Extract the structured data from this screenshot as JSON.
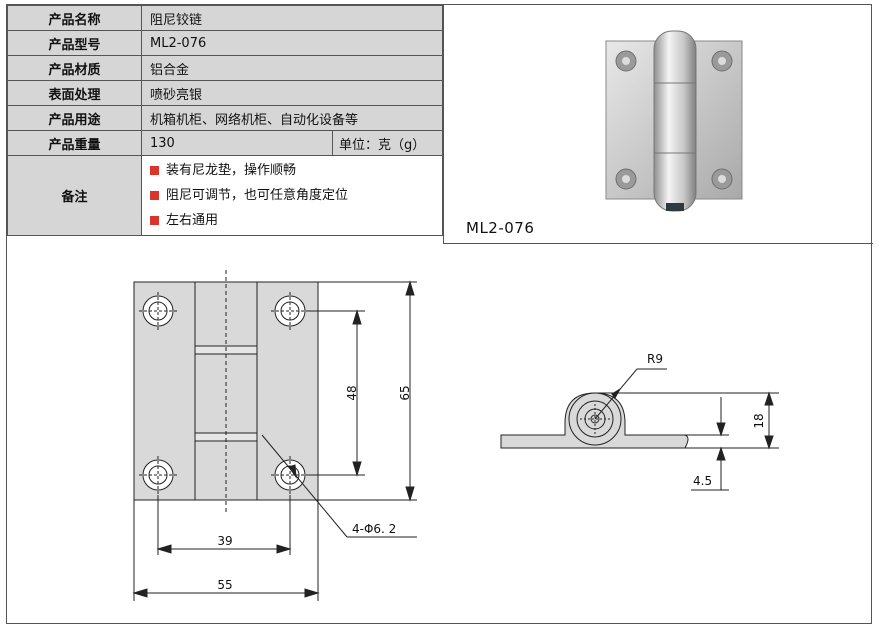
{
  "spec_table": {
    "rows": [
      {
        "label": "产品名称",
        "value": "阻尼铰链"
      },
      {
        "label": "产品型号",
        "value": "ML2-076"
      },
      {
        "label": "产品材质",
        "value": "铝合金"
      },
      {
        "label": "表面处理",
        "value": "喷砂亮银"
      },
      {
        "label": "产品用途",
        "value": "机箱机柜、网络机柜、自动化设备等"
      }
    ],
    "weight": {
      "label": "产品重量",
      "value": "130",
      "unit": "单位：克（g）"
    },
    "notes": {
      "label": "备注",
      "items": [
        "装有尼龙垫，操作顺畅",
        "阻尼可调节，也可任意角度定位",
        "左右通用"
      ],
      "bullet_color": "#d9352b"
    }
  },
  "photo": {
    "caption": "ML2-076"
  },
  "drawing": {
    "front_view": {
      "height": "65",
      "hole_spacing_vertical": "48",
      "hole_spacing_horizontal": "39",
      "width": "55",
      "hole_callout": "4-Φ6. 2"
    },
    "side_view": {
      "radius": "R9",
      "height": "18",
      "thickness": "4.5"
    }
  },
  "colors": {
    "label_bg": "#d6d6d6",
    "part_fill": "#d9d9d9",
    "border": "#555555"
  }
}
